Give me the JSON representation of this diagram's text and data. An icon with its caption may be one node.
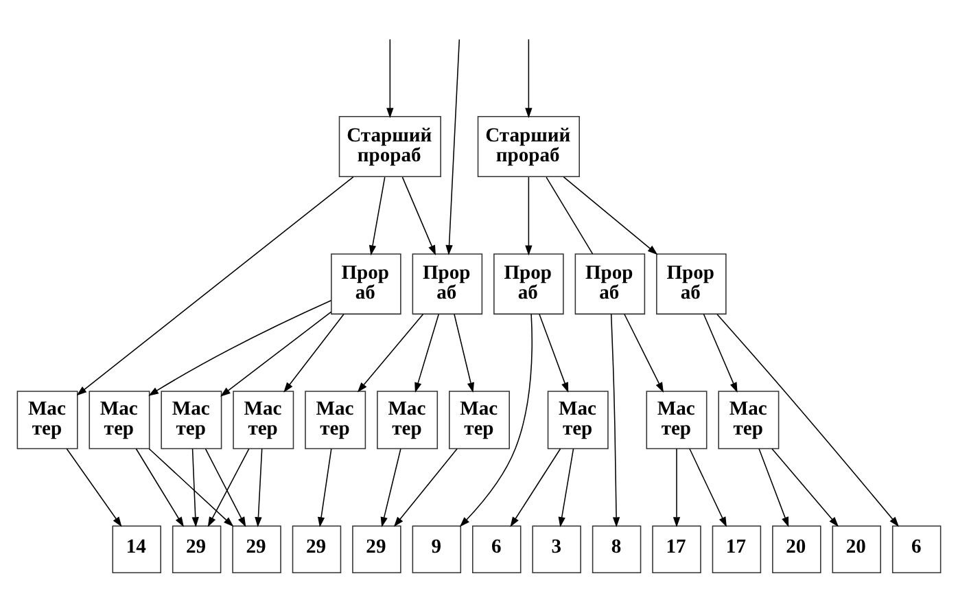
{
  "diagram": {
    "nodes": [
      {
        "text": [
          "Старший прораб"
        ]
      },
      {
        "text": [
          "Старший прораб"
        ]
      },
      {
        "text": [
          "Прор аб"
        ]
      },
      {
        "text": [
          "Прор аб"
        ]
      },
      {
        "text": [
          "Прор аб"
        ]
      },
      {
        "text": [
          "Прор аб"
        ]
      },
      {
        "text": [
          "Прор аб"
        ]
      },
      {
        "text": [
          "Мас тер"
        ]
      },
      {
        "text": [
          "Мас тер"
        ]
      },
      {
        "text": [
          "Мас тер"
        ]
      },
      {
        "text": [
          "Мас тер"
        ]
      },
      {
        "text": [
          "Мас тер"
        ]
      },
      {
        "text": [
          "Мас тер"
        ]
      },
      {
        "text": [
          "Мас тер"
        ]
      },
      {
        "text": [
          "Мас тер"
        ]
      },
      {
        "text": [
          "Мас тер"
        ]
      },
      {
        "text": [
          "Мас тер"
        ]
      },
      {
        "text": [
          "14"
        ]
      },
      {
        "text": [
          "29"
        ]
      },
      {
        "text": [
          "29"
        ]
      },
      {
        "text": [
          "29"
        ]
      },
      {
        "text": [
          "29"
        ]
      },
      {
        "text": [
          "9"
        ]
      },
      {
        "text": [
          "6"
        ]
      },
      {
        "text": [
          "3"
        ]
      },
      {
        "text": [
          "8"
        ]
      },
      {
        "text": [
          "17"
        ]
      },
      {
        "text": [
          "17"
        ]
      },
      {
        "text": [
          "20"
        ]
      },
      {
        "text": [
          "20"
        ]
      },
      {
        "text": [
          "6"
        ]
      }
    ],
    "edges": [
      {
        "from": null,
        "to": 0,
        "arrow": "to"
      },
      {
        "from": null,
        "to": 3,
        "arrow": "to"
      },
      {
        "from": null,
        "to": 1,
        "arrow": "to"
      },
      {
        "from": 0,
        "to": 7,
        "arrow": "to"
      },
      {
        "from": 0,
        "to": 2,
        "arrow": "to"
      },
      {
        "from": 0,
        "to": 3,
        "arrow": "to"
      },
      {
        "from": 1,
        "to": 4,
        "arrow": "to"
      },
      {
        "from": 1,
        "to": 5,
        "arrow": "none"
      },
      {
        "from": 1,
        "to": 6,
        "arrow": "to"
      },
      {
        "from": 2,
        "to": 8,
        "arrow": "to"
      },
      {
        "from": 2,
        "to": 9,
        "arrow": "to"
      },
      {
        "from": 2,
        "to": 10,
        "arrow": "to"
      },
      {
        "from": 3,
        "to": 11,
        "arrow": "to"
      },
      {
        "from": 3,
        "to": 12,
        "arrow": "to"
      },
      {
        "from": 3,
        "to": 13,
        "arrow": "to"
      },
      {
        "from": 4,
        "to": 22,
        "arrow": "to"
      },
      {
        "from": 4,
        "to": 14,
        "arrow": "to"
      },
      {
        "from": 5,
        "to": 25,
        "arrow": "to"
      },
      {
        "from": 5,
        "to": 15,
        "arrow": "to"
      },
      {
        "from": 6,
        "to": 16,
        "arrow": "to"
      },
      {
        "from": 6,
        "to": 30,
        "arrow": "to"
      },
      {
        "from": 7,
        "to": 17,
        "arrow": "to"
      },
      {
        "from": 8,
        "to": 18,
        "arrow": "to"
      },
      {
        "from": 8,
        "to": 19,
        "arrow": "to"
      },
      {
        "from": 9,
        "to": 18,
        "arrow": "to"
      },
      {
        "from": 9,
        "to": 19,
        "arrow": "to"
      },
      {
        "from": 10,
        "to": 18,
        "arrow": "to"
      },
      {
        "from": 10,
        "to": 19,
        "arrow": "to"
      },
      {
        "from": 11,
        "to": 20,
        "arrow": "to"
      },
      {
        "from": 12,
        "to": 21,
        "arrow": "to"
      },
      {
        "from": 13,
        "to": 21,
        "arrow": "to"
      },
      {
        "from": 14,
        "to": 23,
        "arrow": "to"
      },
      {
        "from": 14,
        "to": 24,
        "arrow": "to"
      },
      {
        "from": 15,
        "to": 26,
        "arrow": "to"
      },
      {
        "from": 15,
        "to": 27,
        "arrow": "to"
      },
      {
        "from": 16,
        "to": 28,
        "arrow": "to"
      },
      {
        "from": 16,
        "to": 29,
        "arrow": "to"
      }
    ]
  }
}
